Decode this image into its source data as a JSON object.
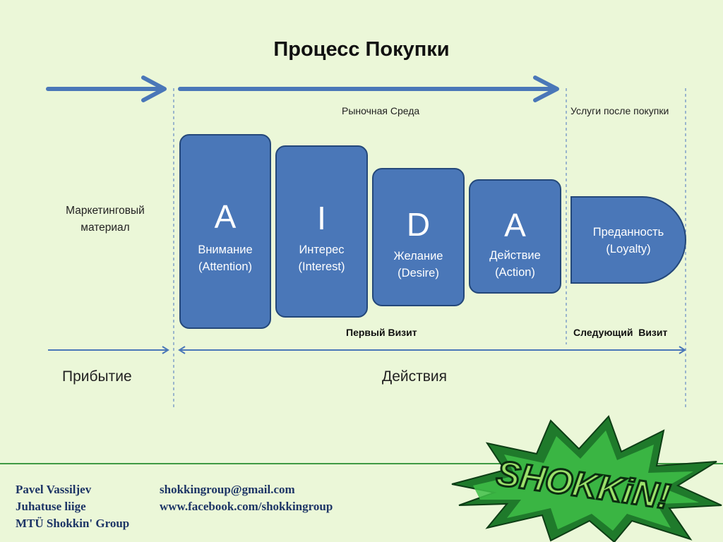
{
  "title": "Процесс Покупки",
  "labels": {
    "market_env": "Рыночная Среда",
    "after_sales": "Услуги после покупки",
    "marketing_line1": "Маркетинговый",
    "marketing_line2": "материал",
    "first_visit": "Первый Визит",
    "next_visit": "Следующий  Визит",
    "arrival": "Прибытие",
    "actions": "Действия"
  },
  "stages": [
    {
      "letter": "A",
      "word_ru": "Внимание",
      "word_en": "(Attention)"
    },
    {
      "letter": "I",
      "word_ru": "Интерес",
      "word_en": "(Interest)"
    },
    {
      "letter": "D",
      "word_ru": "Желание",
      "word_en": "(Desire)"
    },
    {
      "letter": "A",
      "word_ru": "Действие",
      "word_en": "(Action)"
    }
  ],
  "loyalty": {
    "word_ru": "Преданность",
    "word_en": "(Loyalty)"
  },
  "footer": {
    "name": "Pavel Vassiljev",
    "role": "Juhatuse liige",
    "org": "MTÜ Shokkin' Group",
    "email": "shokkingroup@gmail.com",
    "facebook": "www.facebook.com/shokkingroup"
  },
  "logo_text": "SHOKKiN!",
  "colors": {
    "block_fill": "#4a77b8",
    "block_border": "#24487a",
    "background": "#ebf7d8",
    "logo_green": "#2fa53a"
  }
}
